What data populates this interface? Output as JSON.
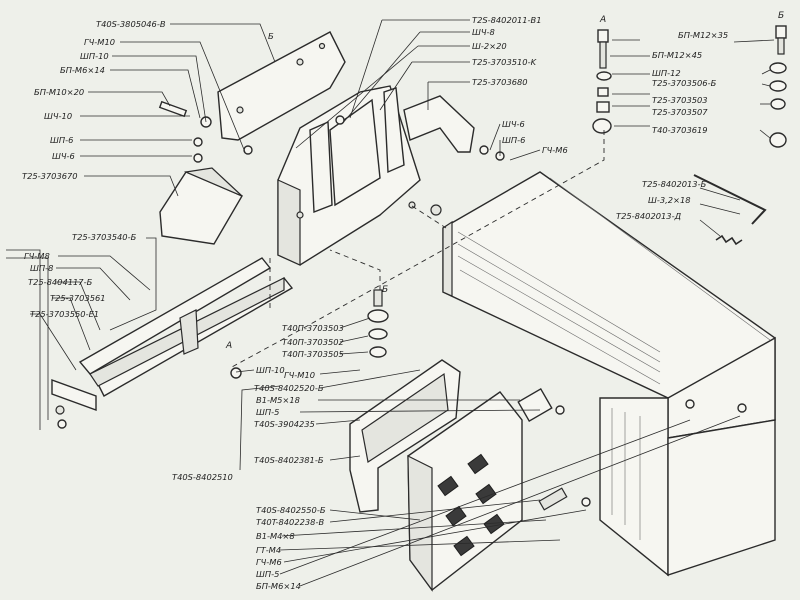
{
  "labels": {
    "top_center_1": "T2S-8402011-B1",
    "sh4_8": "ШЧ-8",
    "sh_2x20": "Ш-2×20",
    "t25_3703510": "T25-3703510-K",
    "t25_3703680": "T25-3703680",
    "t40s_3805046": "T40S-3805046-B",
    "gch_m10_top": "ГЧ-М10",
    "shp_10_top": "ШП-10",
    "bp_m6x14_top": "БП-М6×14",
    "bp_m10x20": "БП-М10×20",
    "sh4_10": "ШЧ-10",
    "shp_6_left": "ШП-6",
    "sh4_6_left": "ШЧ-6",
    "t25_3703670": "T25-3703670",
    "sh4_6_mid": "ШЧ-6",
    "shp_6_mid": "ШП-6",
    "gch_m6_mid": "ГЧ-М6",
    "a_top": "А",
    "b_top_right": "Б",
    "bp_m12x35": "БП-М12×35",
    "bp_m12x45": "БП-М12×45",
    "shp_12": "ШП-12",
    "t25_3703506": "T25-3703506-Б",
    "t25_3703503": "T25-3703503",
    "t25_3703507": "T25-3703507",
    "t40_3703619": "T40-3703619",
    "t25_8402013_b": "T25-8402013-Б",
    "sh_32x18": "Ш-3,2×18",
    "t25_8402013_d": "T25-8402013-Д",
    "b_top_left": "Б",
    "t25_3703540": "T25-3703540-Б",
    "gch_m8": "ГЧ-М8",
    "shp_8": "ШП-8",
    "t25_8404117": "T25-8404117-Б",
    "t25_3703561": "T25-3703561",
    "t25_3703550": "T25-3703550-Е1",
    "b_mid": "Б",
    "t40p_3703503": "T40П-3703503",
    "t40p_3703502": "T40П-3703502",
    "t40p_3703505": "T40П-3703505",
    "a_mid": "А",
    "shp_10_mid": "ШП-10",
    "gch_m10_mid": "ГЧ-М10",
    "t40s_8402520": "T40S-8402520-Б",
    "v1_m5x18": "В1-М5×18",
    "shp_5_mid": "ШП-5",
    "t40s_3904235": "T40S-3904235",
    "t40s_8402381": "T40S-8402381-Б",
    "t40s_8402510": "T40S-8402510",
    "t40s_8402550": "T40S-8402550-Б",
    "t40t_8402238": "T40T-8402238-В",
    "v1_m4x8": "В1-М4×8",
    "gt_m4": "ГТ-М4",
    "gch_m6_bottom": "ГЧ-М6",
    "shp_5_bottom": "ШП-5",
    "bp_m6x14_bottom": "БП-М6×14"
  }
}
